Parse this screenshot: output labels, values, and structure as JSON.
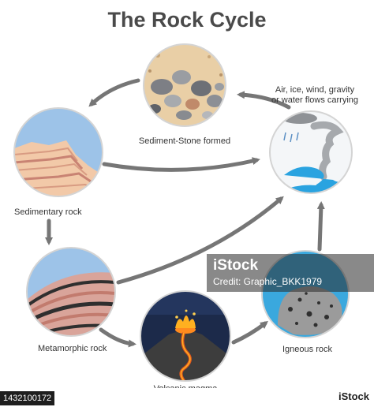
{
  "title": "The Rock Cycle",
  "stages": {
    "sediment": {
      "label": "Sediment-Stone formed"
    },
    "weathering": {
      "label_line1": "Air, ice, wind, gravity",
      "label_line2": "or water flows carrying"
    },
    "sedimentary": {
      "label": "Sedimentary rock"
    },
    "metamorphic": {
      "label": "Metamorphic rock"
    },
    "magma": {
      "label": "Volcanic magma"
    },
    "igneous": {
      "label": "Igneous rock"
    }
  },
  "watermark": {
    "logo": "iStock",
    "credit": "Credit: Graphic_BKK1979"
  },
  "footer": {
    "image_id": "1432100172",
    "logo": "iStock"
  },
  "colors": {
    "arrow": "#767676",
    "circle_border": "#d4d4d4",
    "sky": "#9dc3e8",
    "lava": "#e2581e",
    "water": "#2aa3e0"
  }
}
